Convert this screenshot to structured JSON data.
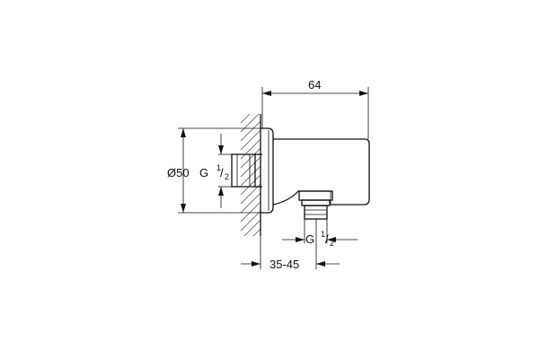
{
  "dimensions": {
    "width_label": "64",
    "diameter_label": "Ø50",
    "inlet_thread": {
      "prefix": "G",
      "numerator": "1",
      "denominator": "2"
    },
    "outlet_thread": {
      "prefix": "G",
      "numerator": "1",
      "denominator": "2"
    },
    "depth_label": "35-45"
  },
  "colors": {
    "line": "#111111",
    "hatch": "#444444",
    "background": "#ffffff"
  }
}
